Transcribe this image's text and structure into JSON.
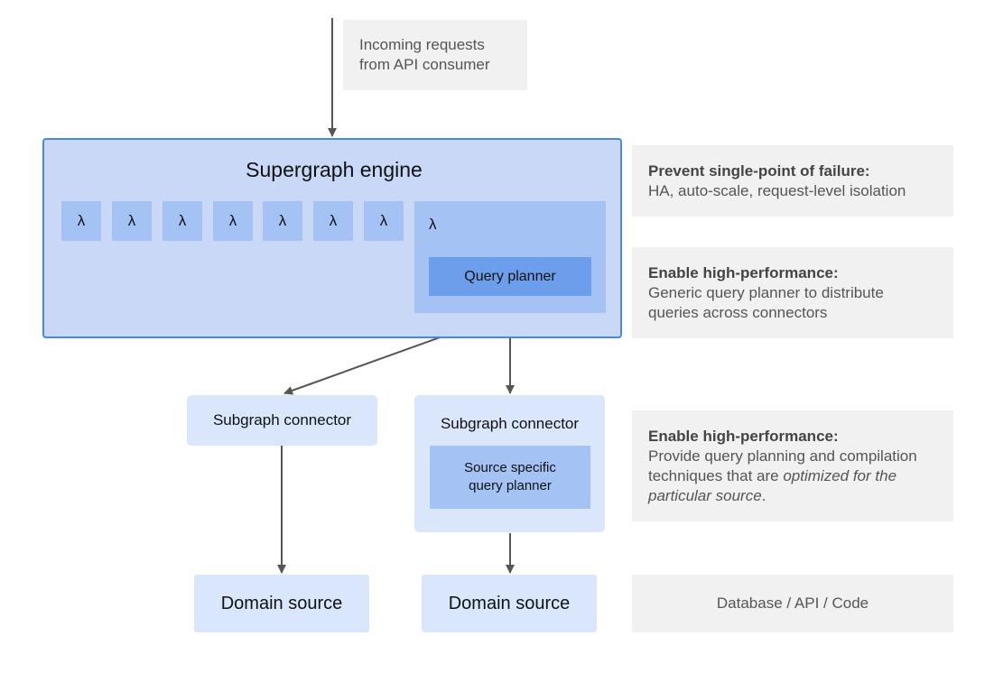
{
  "incoming": {
    "line1": "Incoming requests",
    "line2": "from API consumer"
  },
  "engine": {
    "title": "Supergraph engine",
    "lambda_symbol": "λ",
    "query_planner": "Query planner"
  },
  "connectors": {
    "left_label": "Subgraph connector",
    "right_label": "Subgraph connector",
    "source_planner_line1": "Source specific",
    "source_planner_line2": "query planner"
  },
  "domain_sources": {
    "left": "Domain source",
    "right": "Domain source"
  },
  "notes": {
    "failure": {
      "heading": "Prevent single-point of failure:",
      "body": "HA, auto-scale, request-level isolation"
    },
    "perf1": {
      "heading": "Enable high-performance:",
      "body": "Generic query planner to distribute queries across connectors"
    },
    "perf2": {
      "heading": "Enable high-performance:",
      "body": "Provide query planning and compilation techniques that are",
      "body_italic": "optimized for the particular source",
      "body_end": "."
    },
    "db": "Database / API / Code"
  },
  "colors": {
    "engine_fill": "#c8d8f6",
    "engine_border": "#4a86e8",
    "lambda_fill": "#a4c2f4",
    "planner_fill": "#6d9eeb",
    "connector_fill": "#dae6fb",
    "note_fill": "#f1f1f1",
    "arrow": "#555555"
  }
}
